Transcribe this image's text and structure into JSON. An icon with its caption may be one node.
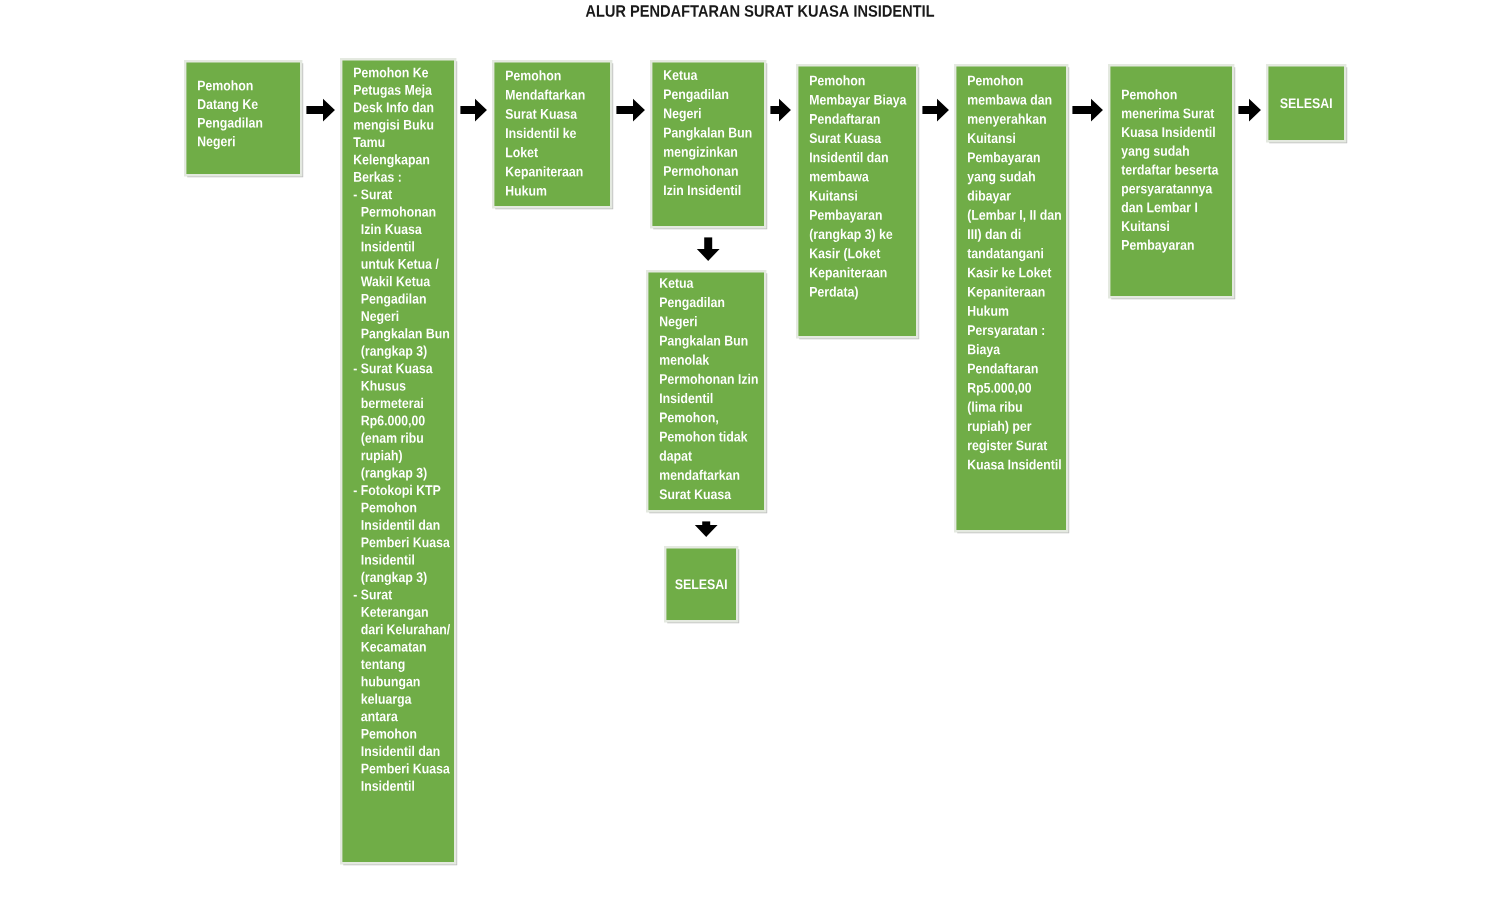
{
  "diagram": {
    "title": "ALUR PENDAFTARAN SURAT KUASA INSIDENTIL",
    "nodes": [
      {
        "text": [
          "Pemohon Datang Ke Pengadilan Negeri"
        ]
      },
      {
        "text": [
          "Pemohon Ke Petugas Meja Desk Info dan mengisi Buku Tamu",
          "Kelengkapan Berkas :",
          "- Surat Permohonan Izin Kuasa Insidentil untuk Ketua / Wakil Ketua Pengadilan Negeri Pangkalan Bun (rangkap 3)",
          "- Surat Kuasa Khusus bermeterai Rp6.000,00 (enam ribu rupiah) (rangkap 3)",
          "- Fotokopi KTP Pemohon Insidentil dan Pemberi Kuasa Insidentil (rangkap 3)",
          "- Surat Keterangan dari Kelurahan/Kecamatan tentang hubungan keluarga antara Pemohon Insidentil dan Pemberi Kuasa Insidentil"
        ]
      },
      {
        "text": [
          "Pemohon Mendaftarkan Surat Kuasa Insidentil ke Loket Kepaniteraan Hukum"
        ]
      },
      {
        "text": [
          "Ketua Pengadilan Negeri Pangkalan Bun mengizinkan Permohonan Izin Insidentil"
        ]
      },
      {
        "text": [
          "Ketua Pengadilan Negeri Pangkalan Bun menolak Permohonan Izin Insidentil Pemohon, Pemohon tidak dapat mendaftarkan Surat Kuasa"
        ]
      },
      {
        "text": [
          "SELESAI"
        ]
      },
      {
        "text": [
          "Pemohon Membayar Biaya Pendaftaran Surat Kuasa Insidentil dan membawa Kuitansi Pembayaran (rangkap 3) ke Kasir (Loket Kepaniteraan Perdata)"
        ]
      },
      {
        "text": [
          "Pemohon membawa dan menyerahkan Kuitansi Pembayaran yang sudah dibayar (Lembar I, II dan III) dan di tandatangani Kasir ke Loket Kepaniteraan Hukum",
          "Persyaratan : Biaya Pendaftaran Rp5.000,00 (lima ribu rupiah) per register Surat Kuasa Insidentil"
        ]
      },
      {
        "text": [
          "Pemohon menerima Surat Kuasa Insidentil yang sudah terdaftar beserta persyaratannya dan Lembar I Kuitansi Pembayaran"
        ]
      },
      {
        "text": [
          "SELESAI"
        ]
      }
    ],
    "edges": [
      {
        "from": 0,
        "to": 1,
        "arrow": "to"
      },
      {
        "from": 1,
        "to": 2,
        "arrow": "to"
      },
      {
        "from": 2,
        "to": 3,
        "arrow": "to"
      },
      {
        "from": 3,
        "to": 4,
        "arrow": "to"
      },
      {
        "from": 4,
        "to": 5,
        "arrow": "to"
      },
      {
        "from": 3,
        "to": 6,
        "arrow": "to"
      },
      {
        "from": 6,
        "to": 7,
        "arrow": "to"
      },
      {
        "from": 7,
        "to": 8,
        "arrow": "to"
      },
      {
        "from": 8,
        "to": 9,
        "arrow": "to"
      }
    ]
  }
}
